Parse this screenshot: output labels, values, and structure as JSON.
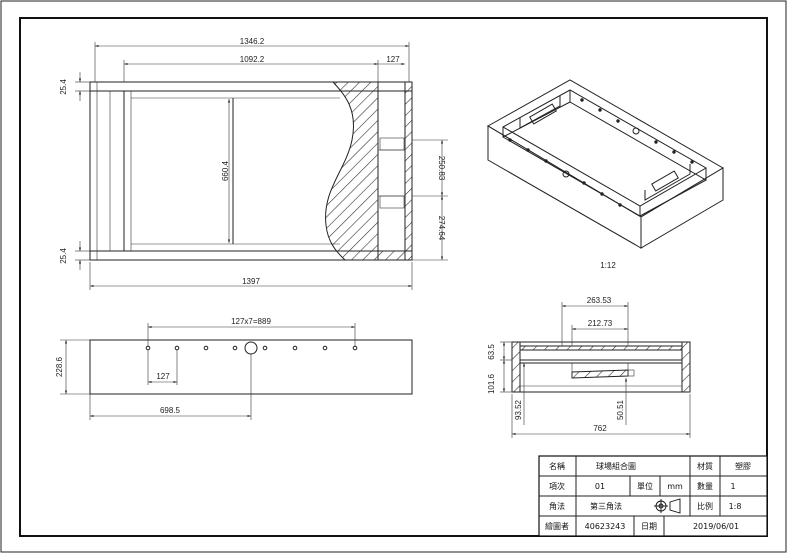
{
  "drawing": {
    "top_view_dims": {
      "overall_width": "1346.2",
      "inner_width": "1092.2",
      "rail_width": "127",
      "depth": "660.4",
      "rail_top": "25.4",
      "rail_bottom": "25.4",
      "outer_width": "1397",
      "pocket_a": "250.83",
      "pocket_b": "274.64"
    },
    "front_view_dims": {
      "hole_spacing": "127x7=889",
      "first_hole": "127",
      "center_hole": "698.5",
      "height": "228.6"
    },
    "section_view_dims": {
      "top_width": "263.53",
      "inner_width": "212.73",
      "upper_height": "63.5",
      "lower_height": "101.6",
      "total_height": "93.52",
      "slot_depth": "50.51",
      "width": "762"
    },
    "iso_scale": "1:12"
  },
  "title_block": {
    "name_label": "名稱",
    "name_value": "球場組合圖",
    "material_label": "材質",
    "material_value": "塑膠",
    "item_label": "項次",
    "item_value": "01",
    "unit_label": "單位",
    "unit_value": "mm",
    "qty_label": "數量",
    "qty_value": "1",
    "angle_label": "角法",
    "angle_value": "第三角法",
    "scale_label": "比例",
    "scale_value": "1:8",
    "drawer_label": "繪圖者",
    "drawer_value": "40623243",
    "date_label": "日期",
    "date_value": "2019/06/01"
  },
  "icons": {
    "projection": "third-angle-projection-icon"
  }
}
